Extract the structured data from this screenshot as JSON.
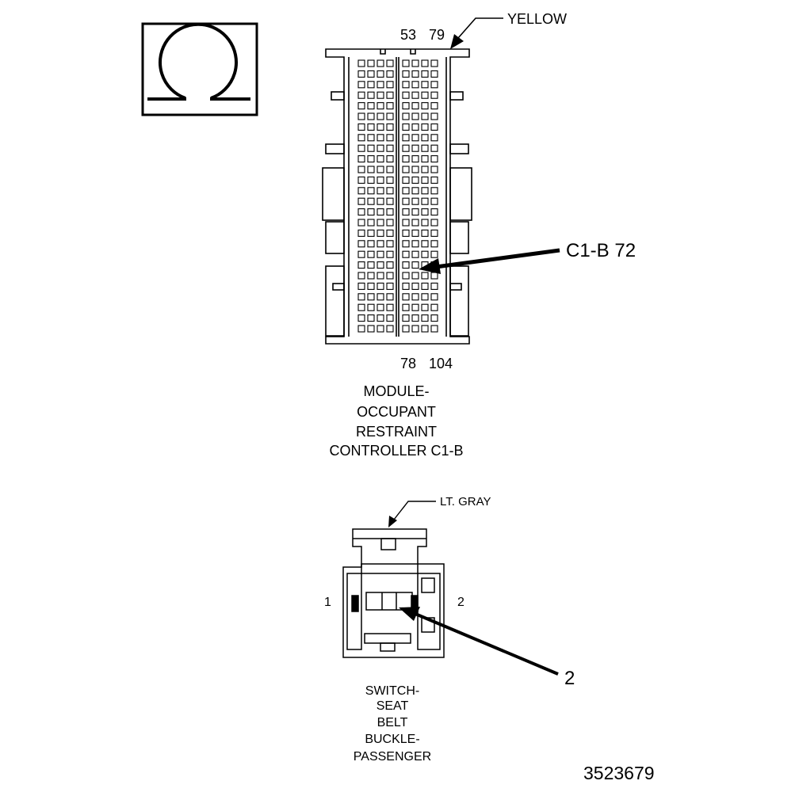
{
  "symbol": {
    "icon": "ohm-icon"
  },
  "connector_c1b": {
    "color_label": "YELLOW",
    "top_pin_left": "53",
    "top_pin_right": "79",
    "bottom_pin_left": "78",
    "bottom_pin_right": "104",
    "callout": "C1-B 72",
    "title_lines": [
      "MODULE-",
      "OCCUPANT",
      "RESTRAINT",
      "CONTROLLER C1-B"
    ]
  },
  "connector_switch": {
    "color_label": "LT. GRAY",
    "pin_left": "1",
    "pin_right": "2",
    "callout": "2",
    "title_lines": [
      "SWITCH-",
      "SEAT",
      "BELT",
      "BUCKLE-",
      "PASSENGER"
    ]
  },
  "figure_number": "3523679"
}
